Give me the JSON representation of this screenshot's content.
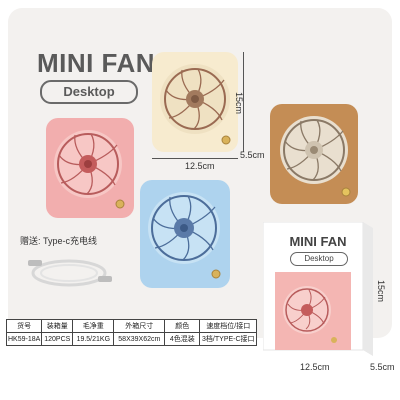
{
  "title": "MINI FAN",
  "subtitle": "Desktop",
  "dimensions": {
    "height": "15cm",
    "width": "12.5cm",
    "depth": "5.5cm"
  },
  "gift_label": "赠送: Type-c充电线",
  "package": {
    "title": "MINI FAN",
    "subtitle": "Desktop",
    "height": "15cm",
    "width": "12.5cm",
    "depth": "5.5cm"
  },
  "spec_table": {
    "headers": [
      "货号",
      "装箱量",
      "毛净重",
      "外箱尺寸",
      "颜色",
      "速度档位/接口"
    ],
    "row": [
      "HK59-18A",
      "120PCS",
      "19.5/21KG",
      "58X39X62cm",
      "4色混装",
      "3档/TYPE-C接口"
    ]
  },
  "colors": {
    "pink": "#f2aeae",
    "cream": "#f7ebcf",
    "brown": "#c48d55",
    "blue": "#aed3ee",
    "title_gray": "#5a5a5a"
  }
}
